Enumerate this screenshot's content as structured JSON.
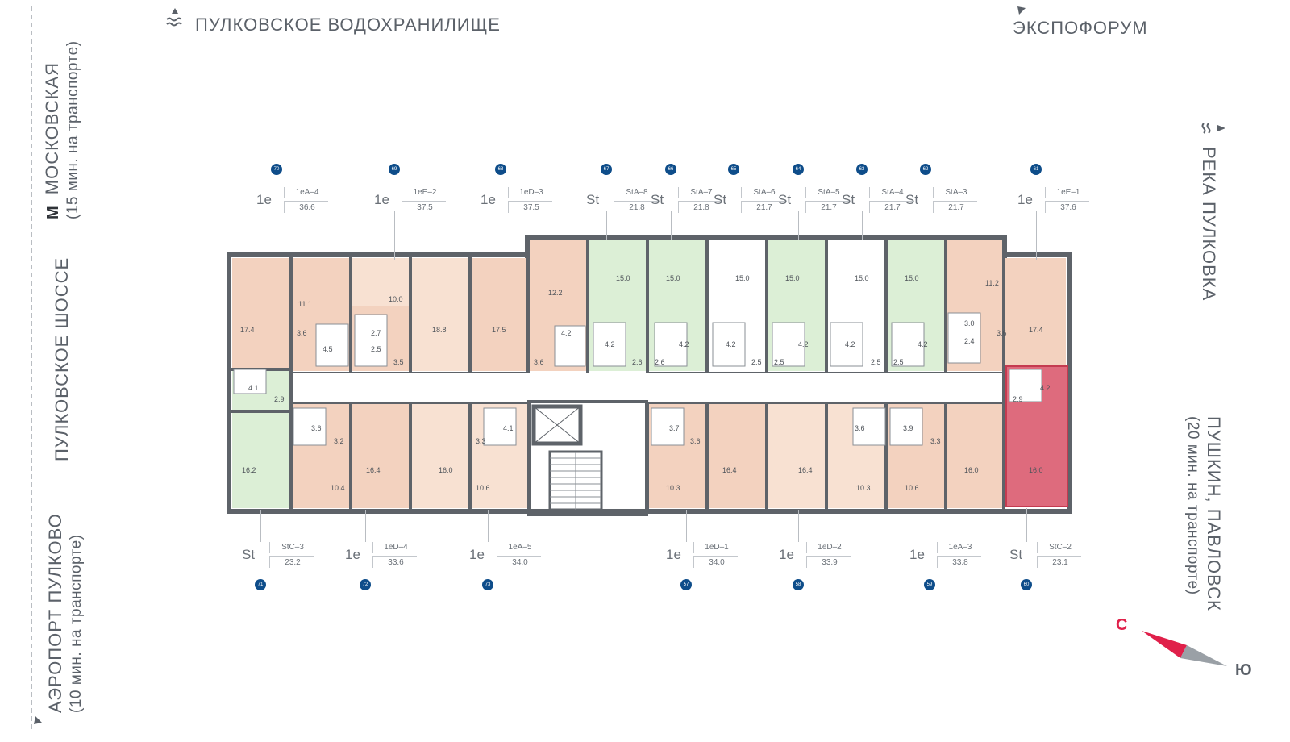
{
  "landmarks": {
    "top_left": "ПУЛКОВСКОЕ  ВОДОХРАНИЛИЩЕ",
    "top_right": "ЭКСПОФОРУМ",
    "left_metro": "МОСКОВСКАЯ",
    "left_metro_sub": "(15 мин. на транспорте)",
    "left_highway": "ПУЛКОВСКОЕ  ШОССЕ",
    "left_airport": "АЭРОПОРТ  ПУЛКОВО",
    "left_airport_sub": "(10 мин. на транспорте)",
    "right_river": "РЕКА  ПУЛКОВКА",
    "right_towns": "ПУШКИН,  ПАВЛОВСК",
    "right_towns_sub": "(20 мин. на транспорте)"
  },
  "compass": {
    "north": "С",
    "south": "Ю",
    "accent": "#e0204a"
  },
  "colors": {
    "studio": "#dcefd6",
    "one_room": "#f3d2bf",
    "one_room_light": "#f8e1d2",
    "highlight": "#de6b7d",
    "wall": "#5e6369",
    "badge": "#0e4d8a"
  },
  "top_units": [
    {
      "num": "70",
      "type": "1e",
      "code": "1eA–4",
      "area": "36.6"
    },
    {
      "num": "69",
      "type": "1e",
      "code": "1eE–2",
      "area": "37.5"
    },
    {
      "num": "68",
      "type": "1e",
      "code": "1eD–3",
      "area": "37.5"
    },
    {
      "num": "67",
      "type": "St",
      "code": "StA–8",
      "area": "21.8"
    },
    {
      "num": "66",
      "type": "St",
      "code": "StA–7",
      "area": "21.8"
    },
    {
      "num": "65",
      "type": "St",
      "code": "StA–6",
      "area": "21.7"
    },
    {
      "num": "64",
      "type": "St",
      "code": "StA–5",
      "area": "21.7"
    },
    {
      "num": "63",
      "type": "St",
      "code": "StA–4",
      "area": "21.7"
    },
    {
      "num": "62",
      "type": "St",
      "code": "StA–3",
      "area": "21.7"
    },
    {
      "num": "61",
      "type": "1e",
      "code": "1eE–1",
      "area": "37.6"
    }
  ],
  "bottom_units": [
    {
      "num": "71",
      "type": "St",
      "code": "StC–3",
      "area": "23.2"
    },
    {
      "num": "72",
      "type": "1e",
      "code": "1eD–4",
      "area": "33.6"
    },
    {
      "num": "73",
      "type": "1e",
      "code": "1eA–5",
      "area": "34.0"
    },
    {
      "num": "57",
      "type": "1e",
      "code": "1eD–1",
      "area": "34.0"
    },
    {
      "num": "58",
      "type": "1e",
      "code": "1eD–2",
      "area": "33.9"
    },
    {
      "num": "59",
      "type": "1e",
      "code": "1eA–3",
      "area": "33.8"
    },
    {
      "num": "60",
      "type": "St",
      "code": "StC–2",
      "area": "23.1"
    }
  ],
  "room_areas": [
    "17.4",
    "11.1",
    "3.6",
    "4.5",
    "2.7",
    "2.5",
    "10.0",
    "18.8",
    "3.5",
    "17.5",
    "3.6",
    "12.2",
    "4.2",
    "15.0",
    "4.2",
    "2.6",
    "15.0",
    "4.2",
    "2.6",
    "15.0",
    "4.2",
    "2.5",
    "15.0",
    "4.2",
    "2.5",
    "15.0",
    "4.2",
    "2.5",
    "15.0",
    "4.2",
    "2.5",
    "11.2",
    "3.0",
    "2.4",
    "3.6",
    "17.4",
    "4.1",
    "2.9",
    "16.2",
    "3.6",
    "3.2",
    "10.4",
    "16.4",
    "16.0",
    "3.3",
    "4.1",
    "10.6",
    "3.7",
    "3.6",
    "10.3",
    "16.4",
    "16.4",
    "3.6",
    "10.3",
    "3.9",
    "3.3",
    "10.6",
    "16.0",
    "2.9",
    "4.2",
    "16.0"
  ]
}
